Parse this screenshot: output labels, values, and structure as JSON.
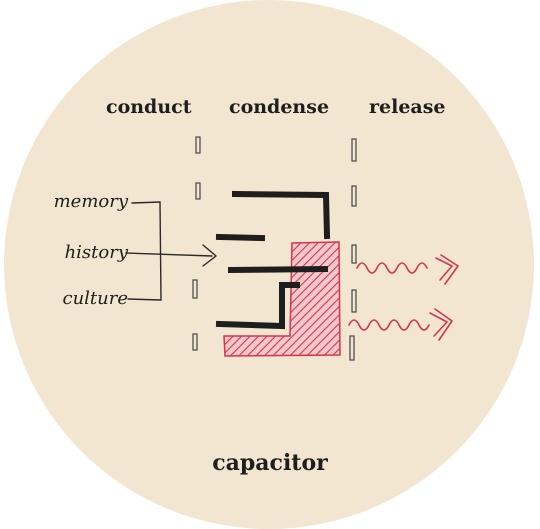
{
  "column_labels": {
    "conduct": "conduct",
    "condense": "condense",
    "release": "release"
  },
  "input_labels": {
    "memory": "memory",
    "history": "history",
    "culture": "culture"
  },
  "title": "capacitor",
  "colors": {
    "background_disc": "#f2e6d0",
    "ink": "#1e1e1e",
    "accent_red": "#d8344b"
  }
}
